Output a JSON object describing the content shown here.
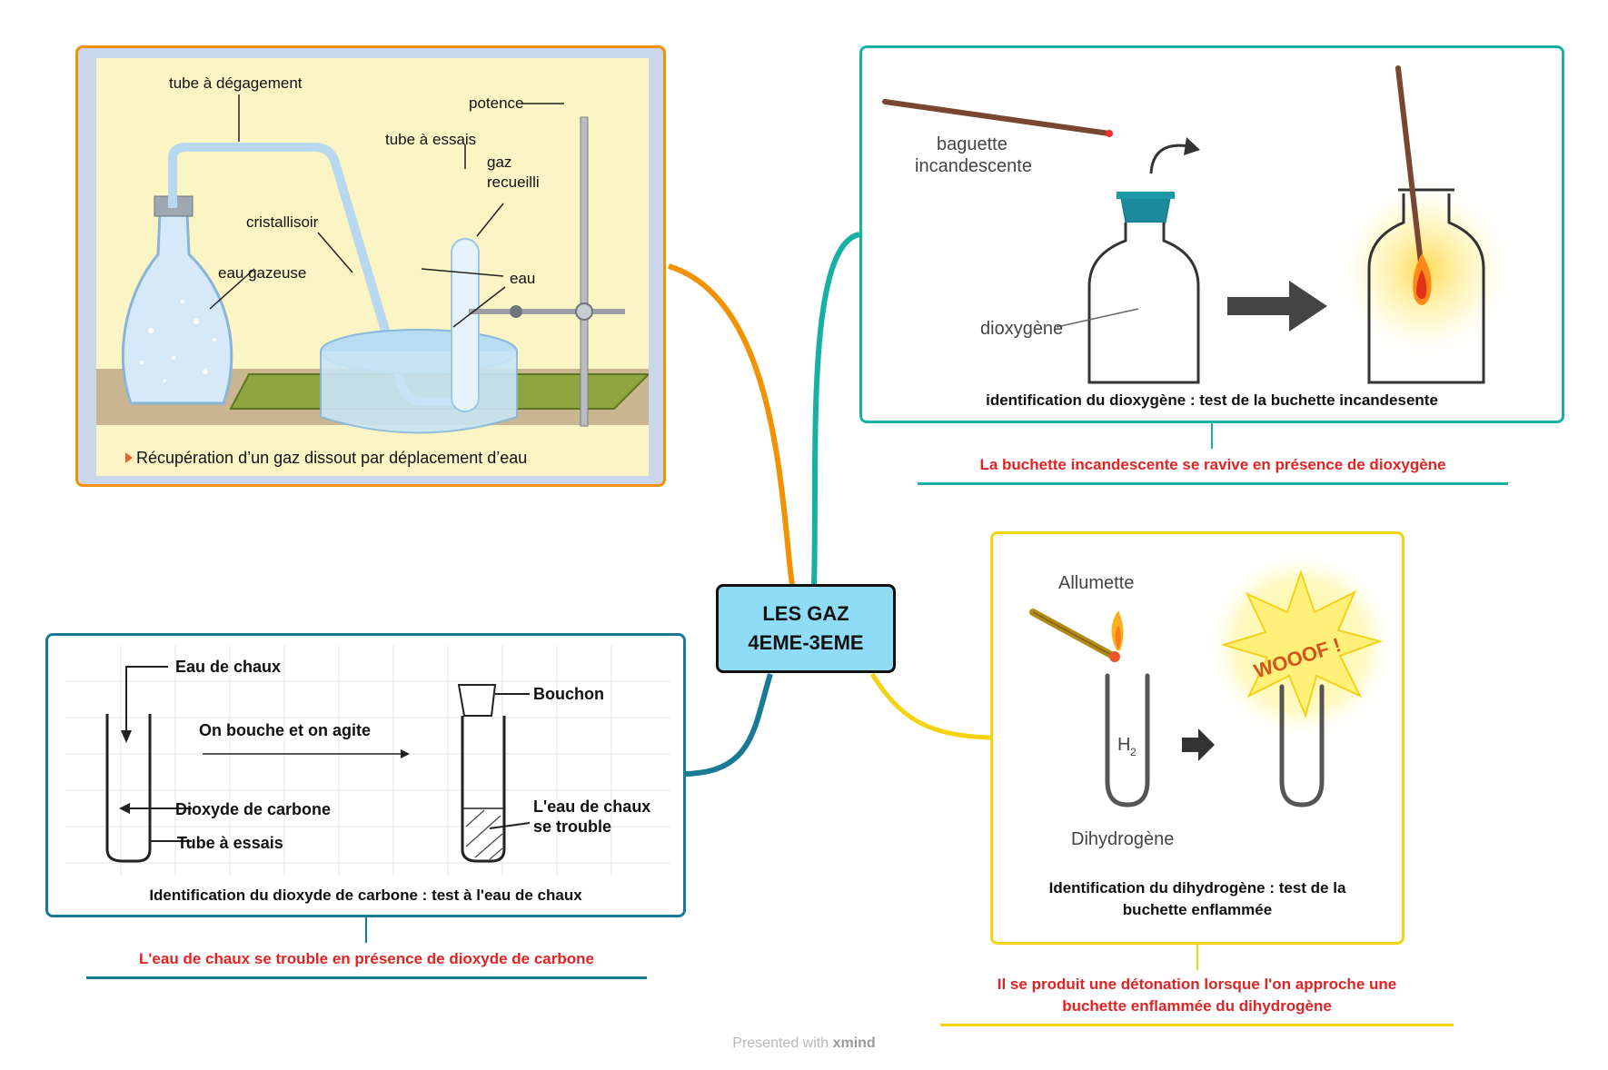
{
  "central": {
    "line1": "LES GAZ",
    "line2": "4EME-3EME"
  },
  "branches": {
    "gas_collection": {
      "labels": {
        "tube_degagement": "tube à dégagement",
        "potence": "potence",
        "tube_essais": "tube à essais",
        "gaz": "gaz",
        "recueilli": "recueilli",
        "cristallisoir": "cristallisoir",
        "eau_gazeuse": "eau gazeuse",
        "eau": "eau"
      },
      "caption": "Récupération d’un gaz dissout par déplacement d’eau"
    },
    "oxygen": {
      "labels": {
        "baguette": "baguette",
        "incandescente": "incandescente",
        "dioxygene": "dioxygène"
      },
      "caption": "identification du dioxygène : test de la buchette incandesente",
      "note": "La buchette incandescente se ravive en présence de dioxygène"
    },
    "co2": {
      "labels": {
        "eau_de_chaux": "Eau de chaux",
        "bouchon": "Bouchon",
        "on_bouche": "On bouche et on agite",
        "dioxyde": "Dioxyde de carbone",
        "tube": "Tube à essais",
        "trouble1": "L'eau de chaux",
        "trouble2": "se trouble"
      },
      "caption": "Identification du dioxyde de carbone : test à l'eau de chaux",
      "note": "L'eau de chaux se trouble en présence de dioxyde de carbone"
    },
    "hydrogen": {
      "labels": {
        "allumette": "Allumette",
        "h": "H",
        "sub2": "2",
        "dihydrogene": "Dihydrogène",
        "wooof": "WOOOF !"
      },
      "caption_line1": "Identification du dihydrogène : test de la",
      "caption_line2": "buchette enflammée",
      "note_line1": "Il se produit une détonation lorsque l'on approche une",
      "note_line2": "buchette enflammée du dihydrogène"
    }
  },
  "footer": {
    "prefix": "Presented with",
    "brand": "xmind"
  },
  "colors": {
    "orange": "#f39200",
    "teal": "#16b1a3",
    "navy": "#1a7a96",
    "yellow": "#f5d40f",
    "red": "#e02424",
    "central_fill": "#8fdcf7"
  }
}
